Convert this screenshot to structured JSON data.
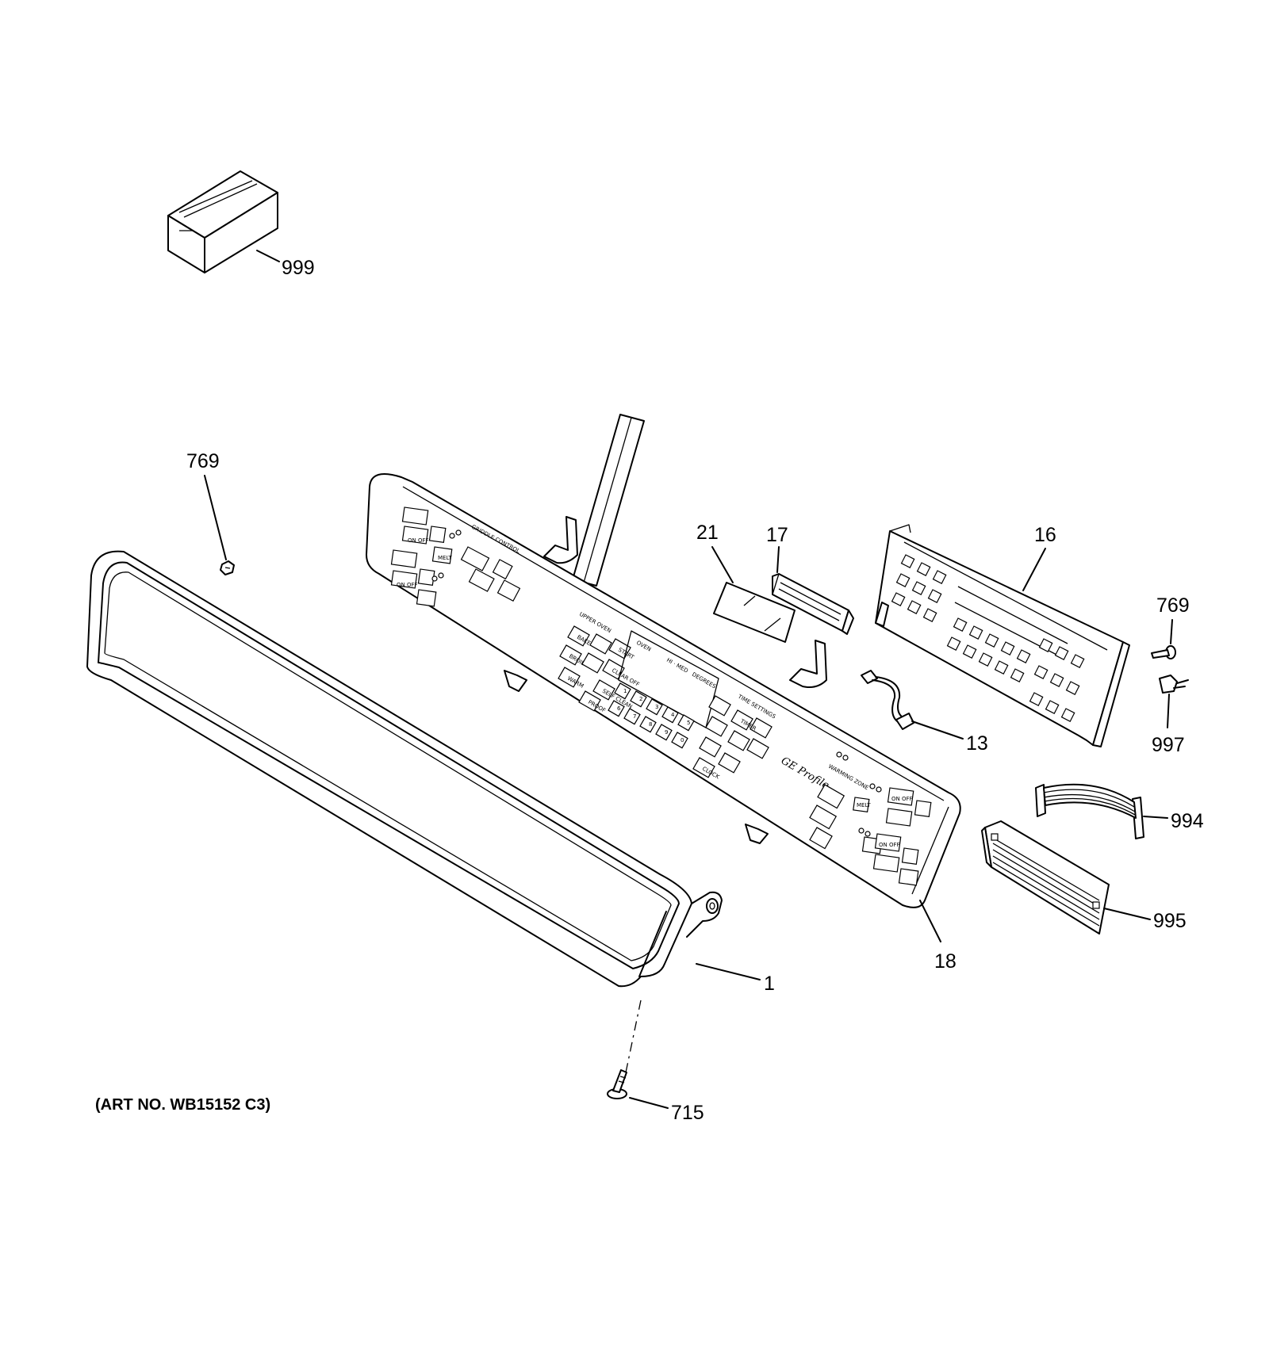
{
  "callouts": {
    "p999": "999",
    "p769_left": "769",
    "p21": "21",
    "p17": "17",
    "p16": "16",
    "p769_right": "769",
    "p13": "13",
    "p997": "997",
    "p994": "994",
    "p995": "995",
    "p18": "18",
    "p1": "1",
    "p715": "715"
  },
  "art_number": "(ART NO. WB15152 C3)",
  "panel": {
    "brand": "GE Profile",
    "upper_oven": "UPPER OVEN",
    "time_settings": "TIME SETTINGS",
    "griddle_control": "GRIDDLE CONTROL",
    "warming_zone": "WARMING ZONE",
    "oven": "OVEN",
    "hi_med": "HI · MED",
    "degrees": "DEGREES",
    "keypad": [
      "1",
      "2",
      "3",
      "4",
      "5",
      "6",
      "7",
      "8",
      "9",
      "0"
    ],
    "melt": "MELT",
    "on_off": "ON OFF",
    "bake": "BAKE",
    "broil": "BROIL",
    "warm": "WARM",
    "proof": "PROOF",
    "start": "START",
    "clear_off": "CLEAR OFF",
    "self_clean": "SELF CLEAN",
    "clock": "CLOCK",
    "timer": "TIMER"
  }
}
